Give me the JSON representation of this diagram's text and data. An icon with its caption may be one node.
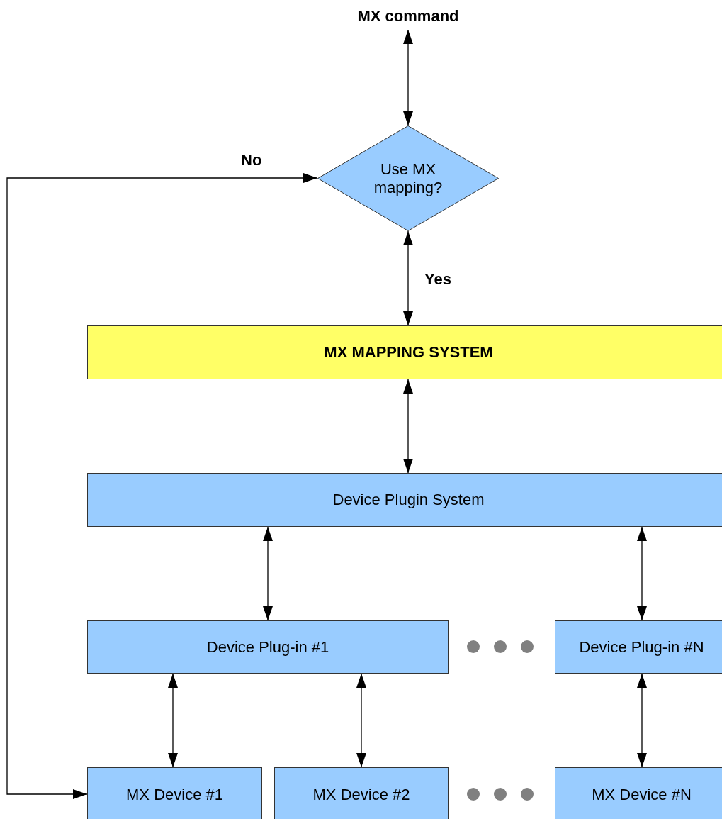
{
  "diagram": {
    "nodes": [
      {
        "text": [
          "MX command"
        ]
      },
      {
        "text": [
          "Use MX mapping?"
        ]
      },
      {
        "text": [
          "MX MAPPING SYSTEM"
        ]
      },
      {
        "text": [
          "Device Plugin System"
        ]
      },
      {
        "text": [
          "Device Plug-in #1"
        ]
      },
      {
        "text": [
          "Device Plug-in #N"
        ]
      },
      {
        "text": [
          "MX Device #1"
        ]
      },
      {
        "text": [
          "MX Device #2"
        ]
      },
      {
        "text": [
          "MX Device #N"
        ]
      }
    ],
    "edges": [
      {
        "from": 0,
        "to": 1,
        "arrow": "both"
      },
      {
        "from": 1,
        "to": 2,
        "arrow": "both",
        "label": "Yes"
      },
      {
        "from": 2,
        "to": 3,
        "arrow": "both"
      },
      {
        "from": 3,
        "to": 4,
        "arrow": "both"
      },
      {
        "from": 3,
        "to": 5,
        "arrow": "both"
      },
      {
        "from": 4,
        "to": 6,
        "arrow": "both"
      },
      {
        "from": 4,
        "to": 7,
        "arrow": "both"
      },
      {
        "from": 5,
        "to": 8,
        "arrow": "both"
      },
      {
        "from": 1,
        "to": 6,
        "arrow": "both",
        "label": "No"
      }
    ]
  }
}
